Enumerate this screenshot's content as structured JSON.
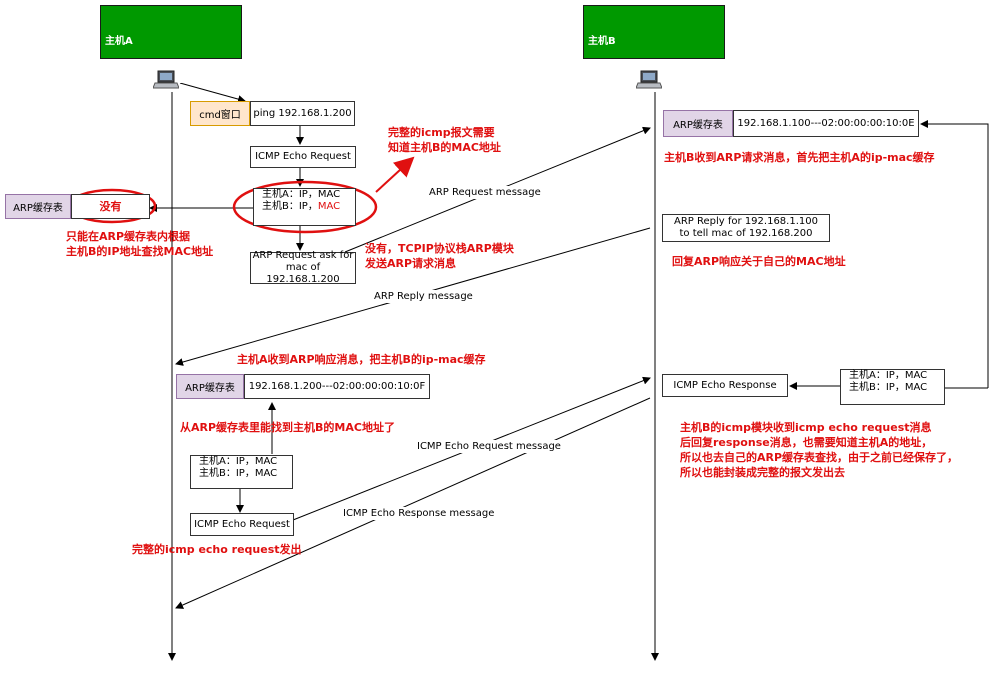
{
  "hostA": {
    "name": "主机A",
    "ip": "IP：192.168.1.100",
    "mac": "MAC：02:00:00:00:10:0E"
  },
  "hostB": {
    "name": "主机B",
    "ip": "IP：192.168.1.200",
    "mac": "MAC：02:00:00:00:10:0F"
  },
  "cmd": {
    "label": "cmd窗口",
    "command": "ping 192.168.1.200"
  },
  "icmp_echo_request": "ICMP Echo Request",
  "mac_info_a": {
    "line1": "主机A：IP，MAC",
    "line2_prefix": "主机B：IP，",
    "line2_mac": "MAC"
  },
  "arp_request_box": "ARP Request ask for\nmac of 192.168.1.200",
  "arp_cache_label": "ARP缓存表",
  "arp_cache_a_empty": "没有",
  "arp_cache_b_value": "192.168.1.100---02:00:00:00:10:0E",
  "arp_cache_a_value": "192.168.1.200---02:00:00:00:10:0F",
  "arp_reply_box": "ARP Reply for 192.168.1.100\nto tell mac of 192.168.200",
  "icmp_echo_response": "ICMP Echo Response",
  "mac_info_b": {
    "line1": "主机A：IP，MAC",
    "line2": "主机B：IP，MAC"
  },
  "mac_info_a2": {
    "line1": "主机A：IP，MAC",
    "line2": "主机B：IP，MAC"
  },
  "icmp_echo_request2": "ICMP Echo Request",
  "messages": {
    "arp_request": "ARP Request message",
    "arp_reply": "ARP Reply message",
    "icmp_request": "ICMP Echo Request message",
    "icmp_response": "ICMP Echo Response message"
  },
  "notes": {
    "need_mac": "完整的icmp报文需要\n知道主机B的MAC地址",
    "lookup": "只能在ARP缓存表内根据\n主机B的IP地址查找MAC地址",
    "no_arp": "没有，TCPIP协议栈ARP模块\n发送ARP请求消息",
    "b_cache": "主机B收到ARP请求消息，首先把主机A的ip-mac缓存",
    "b_reply": "回复ARP响应关于自己的MAC地址",
    "a_cache": "主机A收到ARP响应消息，把主机B的ip-mac缓存",
    "found": "从ARP缓存表里能找到主机B的MAC地址了",
    "sent": "完整的icmp echo request发出",
    "b_icmp": "主机B的icmp模块收到icmp echo request消息\n后回复response消息，也需要知道主机A的地址，\n所以也去自己的ARP缓存表查找，由于之前已经保存了，\n所以也能封装成完整的报文发出去"
  },
  "colors": {
    "host_green": "#009900",
    "note_red": "#e01010",
    "arp_purple": "#e1d5e7",
    "cmd_orange": "#ffe6cc"
  },
  "icons": [
    "laptop-icon"
  ]
}
